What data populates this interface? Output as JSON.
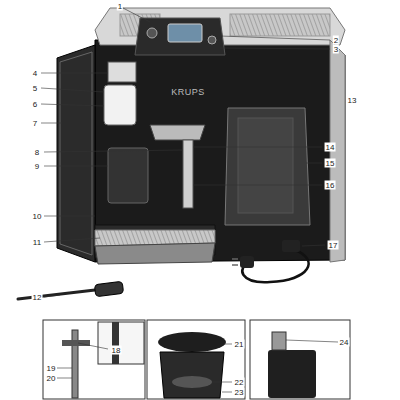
{
  "diagram": {
    "labels": [
      "1",
      "KRUPS",
      "2",
      "3",
      "4",
      "5",
      "6",
      "7",
      "8",
      "9",
      "10",
      "11",
      "12",
      "13",
      "14",
      "15",
      "16",
      "17",
      "18",
      "19",
      "20",
      "21",
      "22",
      "23",
      "24"
    ]
  }
}
